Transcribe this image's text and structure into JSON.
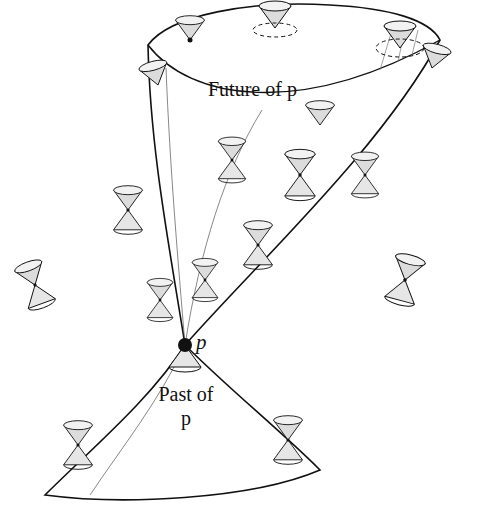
{
  "diagram": {
    "labels": [
      "Future of p",
      "p",
      "Past of p"
    ]
  }
}
